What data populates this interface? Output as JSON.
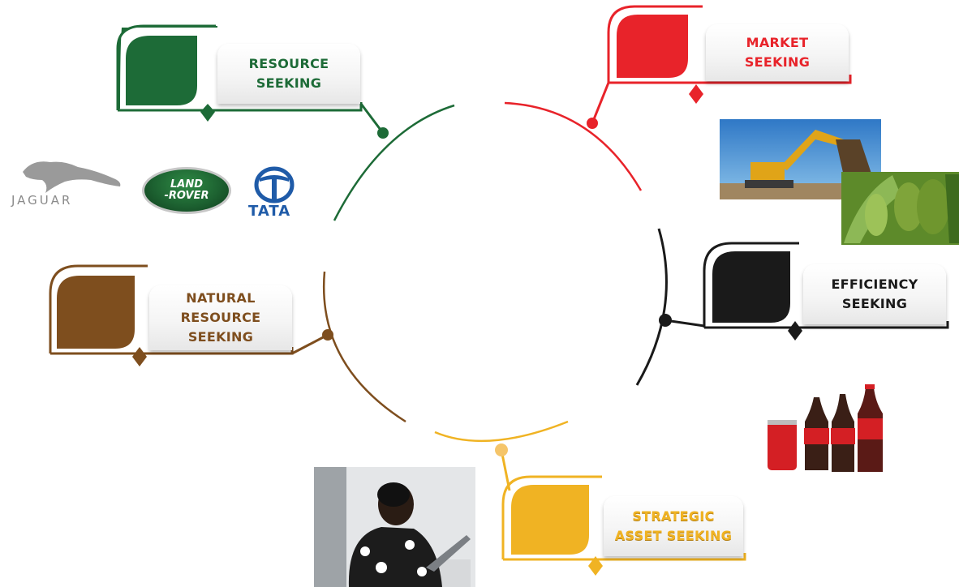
{
  "cards": [
    {
      "id": "resource",
      "label": "RESOURCE\nSEEKING",
      "color": "#1d6b37"
    },
    {
      "id": "market",
      "label": "MARKET\nSEEKING",
      "color": "#e8232a"
    },
    {
      "id": "efficiency",
      "label": "EFFICIENCY\nSEEKING",
      "color": "#1a1a1a"
    },
    {
      "id": "natural",
      "label": "NATURAL\nRESOURCE\nSEEKING",
      "color": "#7e4e1e"
    },
    {
      "id": "strategic",
      "label": "STRATEGIC\nASSET SEEKING",
      "color": "#f0b323"
    }
  ],
  "logos": {
    "jaguar": "JAGUAR",
    "landrover": "LAND\n-ROVER",
    "tata": "TATA"
  },
  "images": {
    "excavator": "excavator-photo",
    "bananas": "banana-plants-photo",
    "cola": "cola-bottles-photo",
    "woman_laptop": "woman-with-laptop-photo"
  }
}
